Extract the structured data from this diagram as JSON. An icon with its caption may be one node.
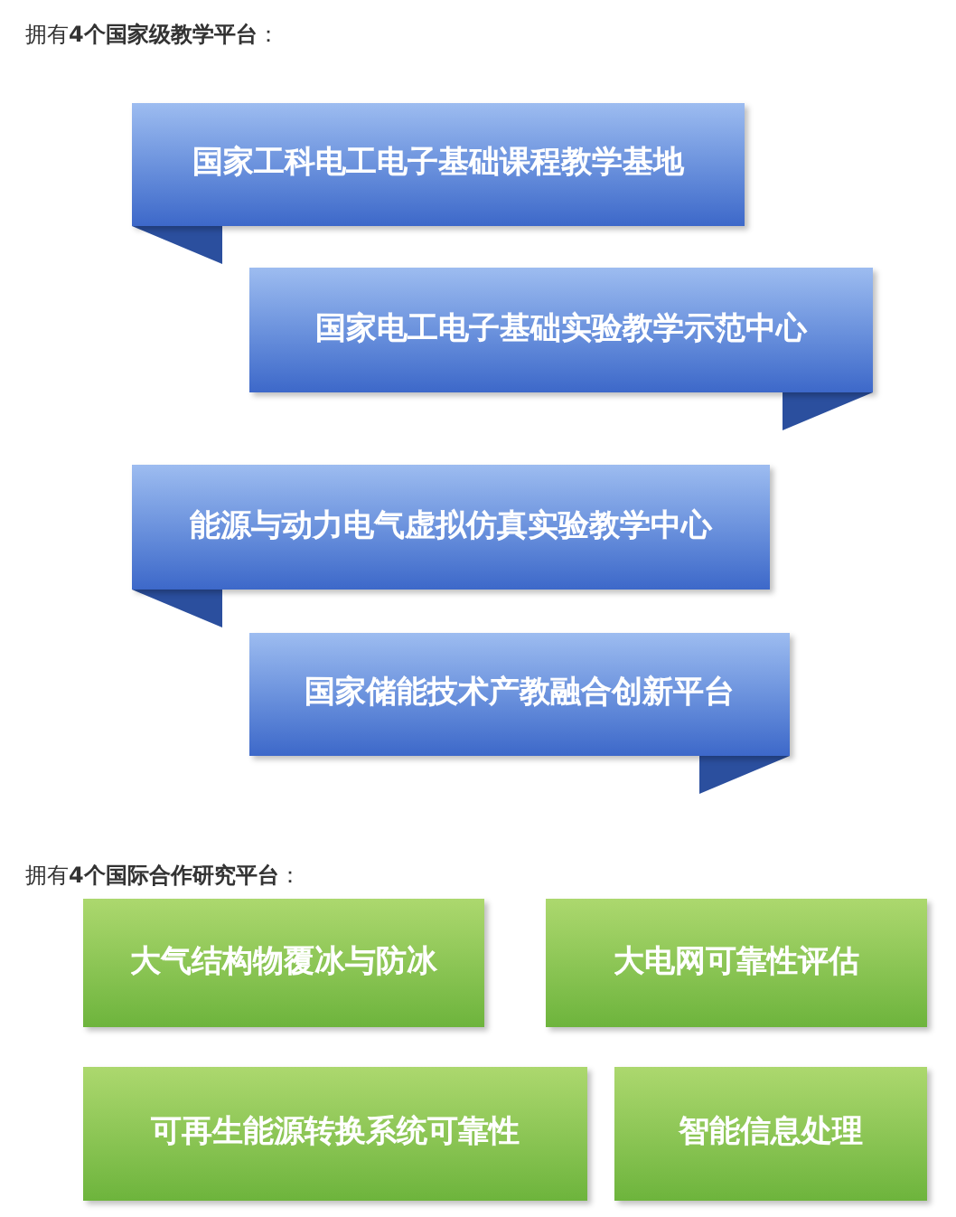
{
  "diagram": {
    "nodes": [
      {
        "text": [
          "国家工科电工电子基础课程教学基地"
        ]
      },
      {
        "text": [
          "国家电工电子基础实验教学示范中心"
        ]
      },
      {
        "text": [
          "能源与动力电气虚拟仿真实验教学中心"
        ]
      },
      {
        "text": [
          "国家储能技术产教融合创新平台"
        ]
      },
      {
        "text": [
          "大气结构物覆冰与防冰"
        ]
      },
      {
        "text": [
          "大电网可靠性评估"
        ]
      },
      {
        "text": [
          "可再生能源转换系统可靠性"
        ]
      },
      {
        "text": [
          "智能信息处理"
        ]
      }
    ],
    "labels": [
      "拥有**4个国家级教学平台**：",
      "拥有**4个国际合作研究平台**："
    ]
  }
}
